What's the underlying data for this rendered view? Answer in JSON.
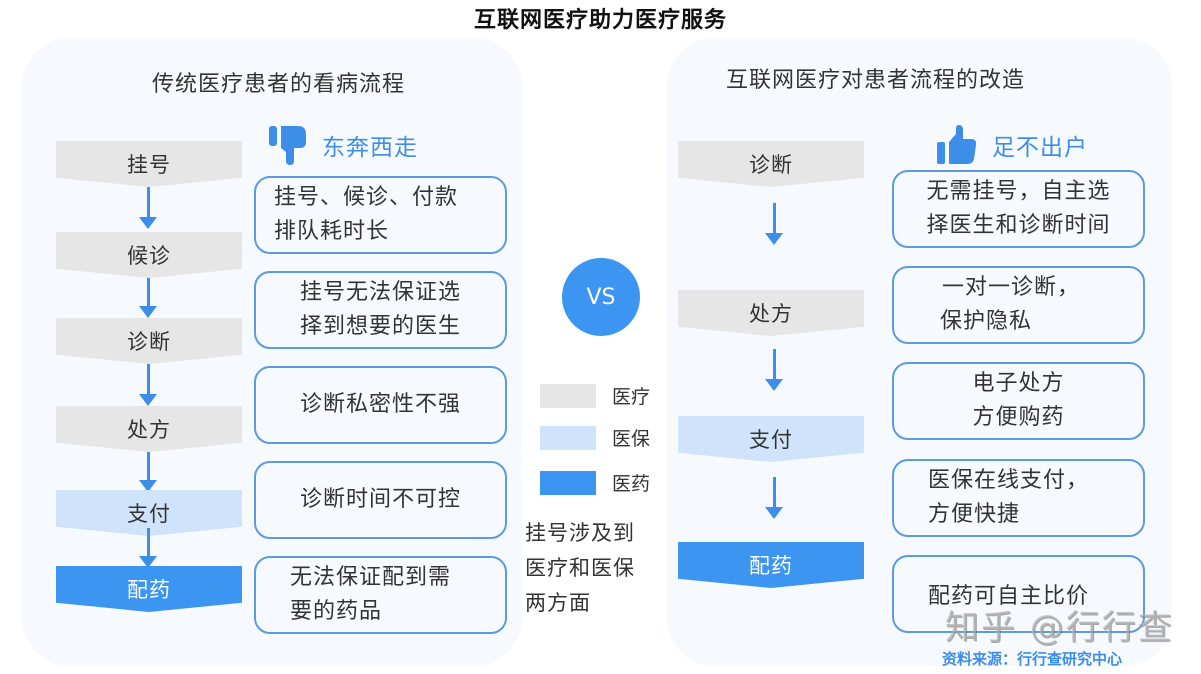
{
  "title": "互联网医疗助力医疗服务",
  "left_panel": {
    "title": "传统医疗患者的看病流程",
    "verdict": {
      "icon": "thumbs-down-icon",
      "label": "东奔西走"
    },
    "steps": [
      {
        "label": "挂号",
        "category": "medical"
      },
      {
        "label": "候诊",
        "category": "medical"
      },
      {
        "label": "诊断",
        "category": "medical"
      },
      {
        "label": "处方",
        "category": "medical"
      },
      {
        "label": "支付",
        "category": "insurance"
      },
      {
        "label": "配药",
        "category": "pharma"
      }
    ],
    "notes": [
      {
        "line1": "挂号、候诊、付款",
        "line2": "排队耗时长"
      },
      {
        "line1": "挂号无法保证选",
        "line2": "择到想要的医生"
      },
      {
        "line1": "诊断私密性不强",
        "line2": ""
      },
      {
        "line1": "诊断时间不可控",
        "line2": ""
      },
      {
        "line1": "无法保证配到需",
        "line2": "要的药品"
      }
    ]
  },
  "right_panel": {
    "title": "互联网医疗对患者流程的改造",
    "verdict": {
      "icon": "thumbs-up-icon",
      "label": "足不出户"
    },
    "steps": [
      {
        "label": "诊断",
        "category": "medical"
      },
      {
        "label": "处方",
        "category": "medical"
      },
      {
        "label": "支付",
        "category": "insurance"
      },
      {
        "label": "配药",
        "category": "pharma"
      }
    ],
    "notes": [
      {
        "line1": "无需挂号，自主选",
        "line2": "择医生和诊断时间"
      },
      {
        "line1": "一对一诊断，",
        "line2": "保护隐私"
      },
      {
        "line1": "电子处方",
        "line2": "方便购药"
      },
      {
        "line1": "医保在线支付，",
        "line2": "方便快捷"
      },
      {
        "line1": "配药可自主比价",
        "line2": ""
      }
    ]
  },
  "vs_label": "VS",
  "legend": {
    "items": [
      {
        "label": "医疗",
        "color": "#e6e6e6"
      },
      {
        "label": "医保",
        "color": "#cfe4fa"
      },
      {
        "label": "医药",
        "color": "#3d95f2"
      }
    ],
    "note_lines": [
      "挂号涉及到",
      "医疗和医保",
      "两方面"
    ]
  },
  "colors": {
    "medical": "#e6e6e6",
    "insurance": "#cfe4fa",
    "pharma": "#3d95f2",
    "accent": "#3d8ee8",
    "panel_bg": "#f6f9fd"
  },
  "watermark": "知乎 @行行查",
  "source": "资料来源：行行查研究中心"
}
